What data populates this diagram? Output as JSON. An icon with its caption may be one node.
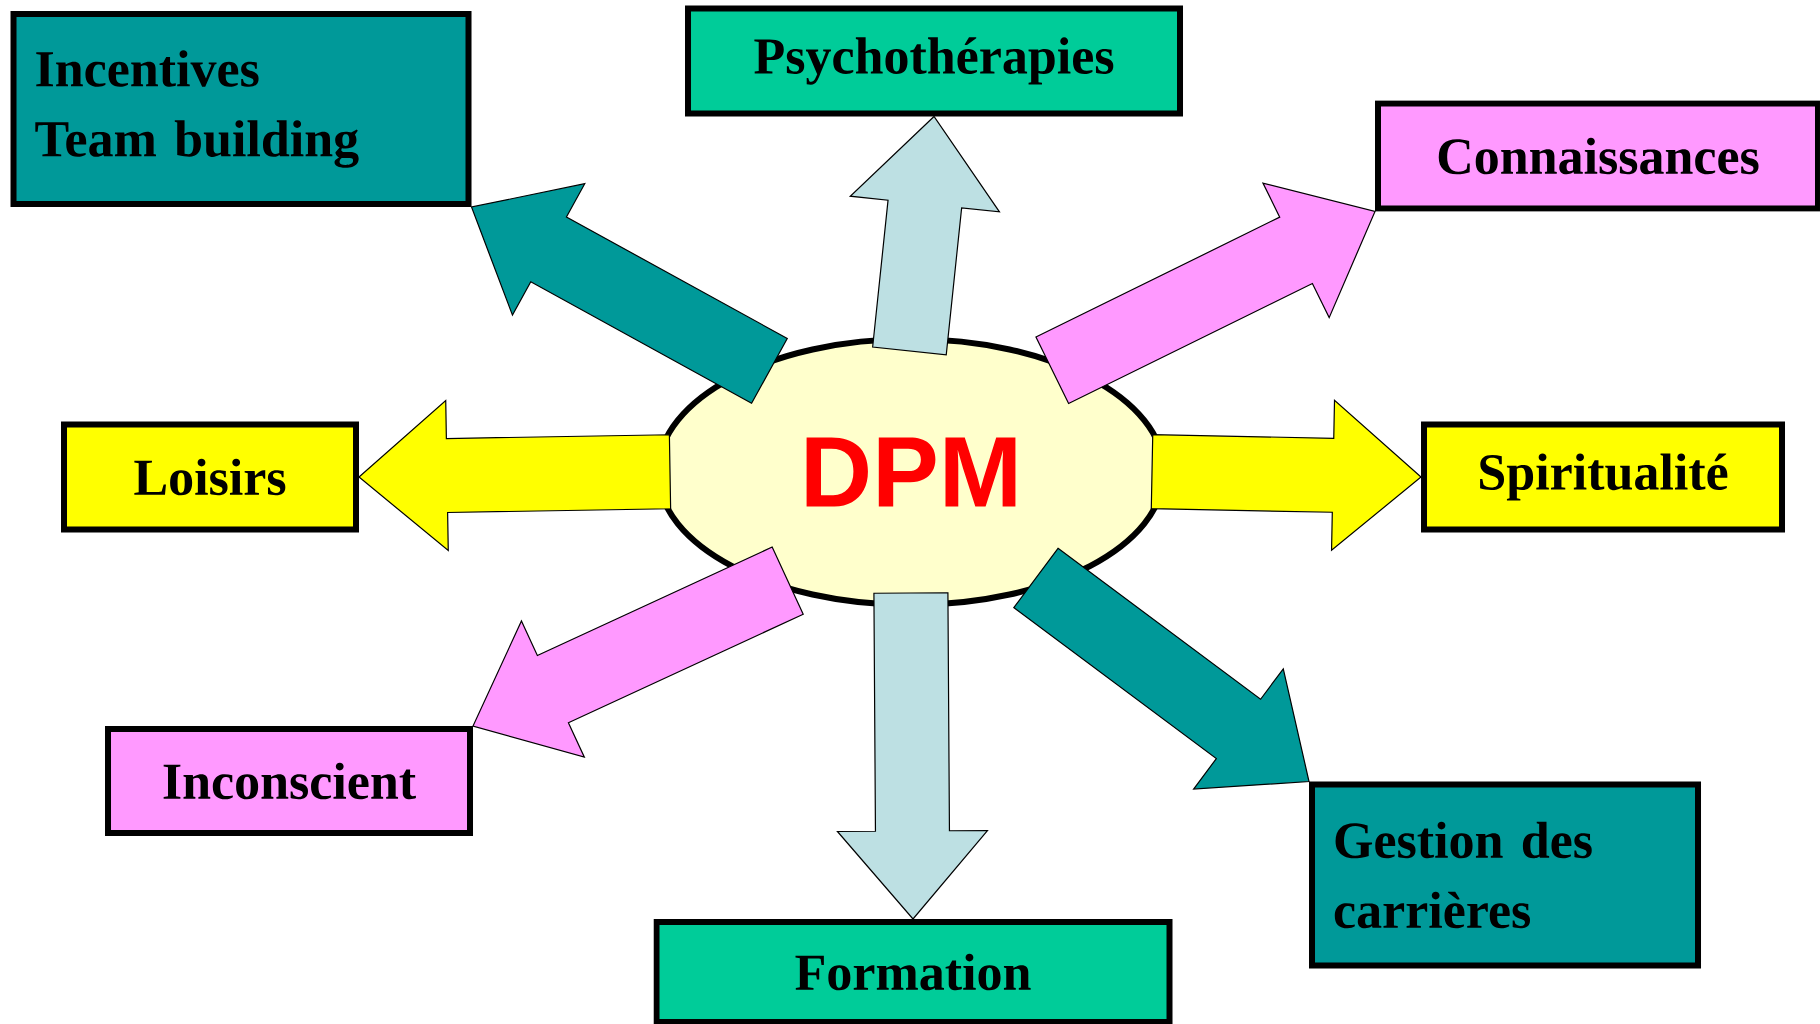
{
  "diagram": {
    "nodes": [
      {
        "text": [
          "DPM"
        ]
      },
      {
        "text": [
          "Incentives",
          "Team building"
        ]
      },
      {
        "text": [
          "Psychothérapies"
        ]
      },
      {
        "text": [
          "Connaissances"
        ]
      },
      {
        "text": [
          "Loisirs"
        ]
      },
      {
        "text": [
          "Spiritualité"
        ]
      },
      {
        "text": [
          "Inconscient"
        ]
      },
      {
        "text": [
          "Gestion des carrières"
        ]
      },
      {
        "text": [
          "Formation"
        ]
      }
    ],
    "edges": [
      {
        "from": 0,
        "to": 1,
        "arrow": "to",
        "color": "#009999"
      },
      {
        "from": 0,
        "to": 2,
        "arrow": "to",
        "color": "#bde0e3"
      },
      {
        "from": 0,
        "to": 3,
        "arrow": "to",
        "color": "#ff99ff"
      },
      {
        "from": 0,
        "to": 4,
        "arrow": "to",
        "color": "#ffff00"
      },
      {
        "from": 0,
        "to": 5,
        "arrow": "to",
        "color": "#ffff00"
      },
      {
        "from": 0,
        "to": 6,
        "arrow": "to",
        "color": "#ff99ff"
      },
      {
        "from": 0,
        "to": 8,
        "arrow": "to",
        "color": "#bde0e3"
      },
      {
        "from": 0,
        "to": 7,
        "arrow": "to",
        "color": "#009999"
      }
    ]
  }
}
